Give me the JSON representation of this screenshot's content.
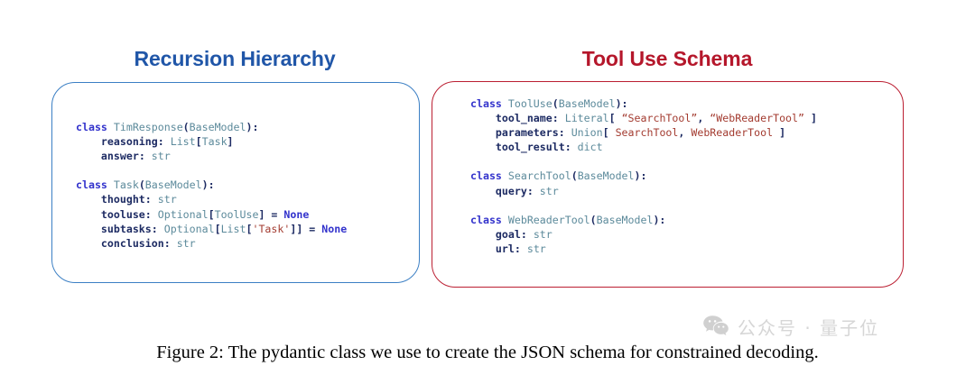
{
  "figure": {
    "caption": "Figure 2: The pydantic class we use to create the JSON schema for constrained decoding.",
    "background_color": "#ffffff"
  },
  "panels": [
    {
      "id": "recursion-hierarchy",
      "title": "Recursion Hierarchy",
      "title_color": "#2056a8",
      "border_color": "#3b7fc4",
      "code_lines": [
        "class TimResponse(BaseModel):",
        "    reasoning: List[Task]",
        "    answer: str",
        "",
        "class Task(BaseModel):",
        "    thought: str",
        "    tooluse: Optional[ToolUse] = None",
        "    subtasks: Optional[List['Task']] = None",
        "    conclusion: str"
      ]
    },
    {
      "id": "tool-use-schema",
      "title": "Tool Use Schema",
      "title_color": "#b5172b",
      "border_color": "#bb1f32",
      "code_lines": [
        "class ToolUse(BaseModel):",
        "    tool_name: Literal[ “SearchTool”, “WebReaderTool” ]",
        "    parameters: Union[ SearchTool, WebReaderTool ]",
        "    tool_result: dict",
        "",
        "class SearchTool(BaseModel):",
        "    query: str",
        "",
        "class WebReaderTool(BaseModel):",
        "    goal: str",
        "    url: str"
      ]
    }
  ],
  "code_tokens": {
    "left": [
      [
        [
          "class ",
          "t-kw"
        ],
        [
          "TimResponse",
          "t-cls"
        ],
        [
          "(",
          "t-punct"
        ],
        [
          "BaseModel",
          "t-cls"
        ],
        [
          "):",
          "t-punct"
        ]
      ],
      [
        [
          "    ",
          "t-punct"
        ],
        [
          "reasoning",
          "t-field"
        ],
        [
          ": ",
          "t-punct"
        ],
        [
          "List",
          "t-type"
        ],
        [
          "[",
          "t-punct"
        ],
        [
          "Task",
          "t-cls"
        ],
        [
          "]",
          "t-punct"
        ]
      ],
      [
        [
          "    ",
          "t-punct"
        ],
        [
          "answer",
          "t-field"
        ],
        [
          ": ",
          "t-punct"
        ],
        [
          "str",
          "t-type"
        ]
      ],
      [],
      [
        [
          "class ",
          "t-kw"
        ],
        [
          "Task",
          "t-cls"
        ],
        [
          "(",
          "t-punct"
        ],
        [
          "BaseModel",
          "t-cls"
        ],
        [
          "):",
          "t-punct"
        ]
      ],
      [
        [
          "    ",
          "t-punct"
        ],
        [
          "thought",
          "t-field"
        ],
        [
          ": ",
          "t-punct"
        ],
        [
          "str",
          "t-type"
        ]
      ],
      [
        [
          "    ",
          "t-punct"
        ],
        [
          "tooluse",
          "t-field"
        ],
        [
          ": ",
          "t-punct"
        ],
        [
          "Optional",
          "t-type"
        ],
        [
          "[",
          "t-punct"
        ],
        [
          "ToolUse",
          "t-cls"
        ],
        [
          "] = ",
          "t-punct"
        ],
        [
          "None",
          "t-kw"
        ]
      ],
      [
        [
          "    ",
          "t-punct"
        ],
        [
          "subtasks",
          "t-field"
        ],
        [
          ": ",
          "t-punct"
        ],
        [
          "Optional",
          "t-type"
        ],
        [
          "[",
          "t-punct"
        ],
        [
          "List",
          "t-type"
        ],
        [
          "[",
          "t-punct"
        ],
        [
          "'Task'",
          "t-str"
        ],
        [
          "]] = ",
          "t-punct"
        ],
        [
          "None",
          "t-kw"
        ]
      ],
      [
        [
          "    ",
          "t-punct"
        ],
        [
          "conclusion",
          "t-field"
        ],
        [
          ": ",
          "t-punct"
        ],
        [
          "str",
          "t-type"
        ]
      ]
    ],
    "right": [
      [
        [
          "class ",
          "t-kw"
        ],
        [
          "ToolUse",
          "t-cls"
        ],
        [
          "(",
          "t-punct"
        ],
        [
          "BaseModel",
          "t-cls"
        ],
        [
          "):",
          "t-punct"
        ]
      ],
      [
        [
          "    ",
          "t-punct"
        ],
        [
          "tool_name",
          "t-field"
        ],
        [
          ": ",
          "t-punct"
        ],
        [
          "Literal",
          "t-type"
        ],
        [
          "[ ",
          "t-punct"
        ],
        [
          "“SearchTool”",
          "t-str"
        ],
        [
          ", ",
          "t-punct"
        ],
        [
          "“WebReaderTool”",
          "t-str"
        ],
        [
          " ]",
          "t-punct"
        ]
      ],
      [
        [
          "    ",
          "t-punct"
        ],
        [
          "parameters",
          "t-field"
        ],
        [
          ": ",
          "t-punct"
        ],
        [
          "Union",
          "t-type"
        ],
        [
          "[ ",
          "t-punct"
        ],
        [
          "SearchTool",
          "t-str"
        ],
        [
          ", ",
          "t-punct"
        ],
        [
          "WebReaderTool",
          "t-str"
        ],
        [
          " ]",
          "t-punct"
        ]
      ],
      [
        [
          "    ",
          "t-punct"
        ],
        [
          "tool_result",
          "t-field"
        ],
        [
          ": ",
          "t-punct"
        ],
        [
          "dict",
          "t-type"
        ]
      ],
      [],
      [
        [
          "class ",
          "t-kw"
        ],
        [
          "SearchTool",
          "t-cls"
        ],
        [
          "(",
          "t-punct"
        ],
        [
          "BaseModel",
          "t-cls"
        ],
        [
          "):",
          "t-punct"
        ]
      ],
      [
        [
          "    ",
          "t-punct"
        ],
        [
          "query",
          "t-field"
        ],
        [
          ": ",
          "t-punct"
        ],
        [
          "str",
          "t-type"
        ]
      ],
      [],
      [
        [
          "class ",
          "t-kw"
        ],
        [
          "WebReaderTool",
          "t-cls"
        ],
        [
          "(",
          "t-punct"
        ],
        [
          "BaseModel",
          "t-cls"
        ],
        [
          "):",
          "t-punct"
        ]
      ],
      [
        [
          "    ",
          "t-punct"
        ],
        [
          "goal",
          "t-field"
        ],
        [
          ": ",
          "t-punct"
        ],
        [
          "str",
          "t-type"
        ]
      ],
      [
        [
          "    ",
          "t-punct"
        ],
        [
          "url",
          "t-field"
        ],
        [
          ": ",
          "t-punct"
        ],
        [
          "str",
          "t-type"
        ]
      ]
    ]
  },
  "watermark": {
    "icon": "wechat-bubbles-icon",
    "text": "公众号 · 量子位",
    "color": "#d6d6d6"
  }
}
